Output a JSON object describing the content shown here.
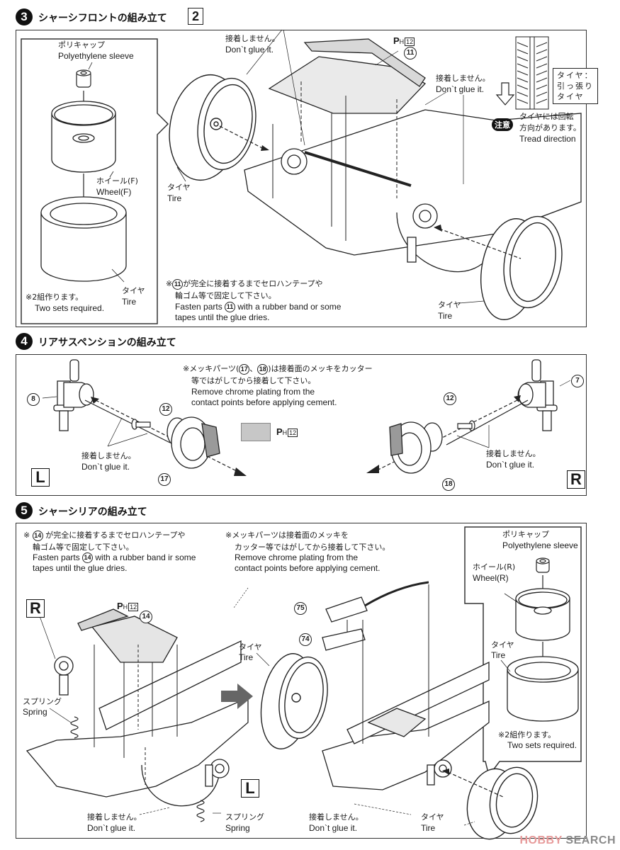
{
  "step3": {
    "number": "3",
    "title": "シャーシフロントの組み立て",
    "page_ref": "2",
    "inset": {
      "polycap_jp": "ポリキャップ",
      "polycap_en": "Polyethylene sleeve",
      "wheel_jp": "ホイール(F)",
      "wheel_en": "Wheel(F)",
      "tire_jp": "タイヤ",
      "tire_en": "Tire",
      "sets_jp": "※2組作ります。",
      "sets_en": "Two sets required."
    },
    "tire_left_jp": "タイヤ",
    "tire_left_en": "Tire",
    "no_glue_1_jp": "接着しません。",
    "no_glue_1_en": "Don`t glue it.",
    "no_glue_2_jp": "接着しません。",
    "no_glue_2_en": "Don`t glue it.",
    "ph_label": {
      "p": "P",
      "h": "H",
      "n": "12"
    },
    "part_11": "11",
    "tread_note": {
      "line1": "タイヤ：",
      "line2": "引っ張り",
      "line3": "タイヤ"
    },
    "caution_badge": "注意",
    "tread_jp_1": "タイヤには回転",
    "tread_jp_2": "方向があります。",
    "tread_en": "Tread direction",
    "fasten_jp_1": "※",
    "fasten_jp_1b": "が完全に接着するまでセロハンテープや",
    "fasten_jp_2": "輪ゴム等で固定して下さい。",
    "fasten_en_1a": "Fasten parts",
    "fasten_en_1b": "with a rubber band or some",
    "fasten_en_2": "tapes until the glue dries.",
    "tire_right_jp": "タイヤ",
    "tire_right_en": "Tire"
  },
  "step4": {
    "number": "4",
    "title": "リアサスペンションの組み立て",
    "note_jp_1a": "※メッキパーツ(",
    "note_jp_1b": "、",
    "note_jp_1c": ")は接着面のメッキをカッター",
    "note_jp_2": "等ではがしてから接着して下さい。",
    "note_en_1": "Remove chrome plating from the",
    "note_en_2": "contact points before applying cement.",
    "ph_label": {
      "p": "P",
      "h": "H",
      "n": "12"
    },
    "parts": {
      "p8": "8",
      "p7": "7",
      "p12": "12",
      "p17": "17",
      "p18": "18"
    },
    "no_glue_left_jp": "接着しません。",
    "no_glue_left_en": "Don`t glue it.",
    "no_glue_right_jp": "接着しません。",
    "no_glue_right_en": "Don`t glue it.",
    "side_left": "L",
    "side_right": "R"
  },
  "step5": {
    "number": "5",
    "title": "シャーシリアの組み立て",
    "fasten_jp_1a": "※",
    "fasten_jp_1b": "が完全に接着するまでセロハンテープや",
    "fasten_jp_2": "輪ゴム等で固定して下さい。",
    "fasten_en_1a": "Fasten parts",
    "fasten_en_1b": "with a rubber band ir some",
    "fasten_en_2": "tapes until the glue dries.",
    "chrome_jp_1": "※メッキパーツは接着面のメッキを",
    "chrome_jp_2": "カッター等ではがしてから接着して下さい。",
    "chrome_en_1": "Remove chrome plating from the",
    "chrome_en_2": "contact points before applying cement.",
    "inset": {
      "polycap_jp": "ポリキャップ",
      "polycap_en": "Polyethylene sleeve",
      "wheel_jp": "ホイール(R)",
      "wheel_en": "Wheel(R)",
      "tire_jp": "タイヤ",
      "tire_en": "Tire",
      "sets_jp": "※2組作ります。",
      "sets_en": "Two sets required."
    },
    "side_R": "R",
    "side_L": "L",
    "ph_label": {
      "p": "P",
      "h": "H",
      "n": "12"
    },
    "parts": {
      "p14": "14",
      "p75": "75",
      "p74": "74"
    },
    "spring_left_jp": "スプリング",
    "spring_left_en": "Spring",
    "spring_right_jp": "スプリング",
    "spring_right_en": "Spring",
    "no_glue_left_jp": "接着しません。",
    "no_glue_left_en": "Don`t glue it.",
    "no_glue_mid_jp": "接着しません。",
    "no_glue_mid_en": "Don`t glue it.",
    "tire_mid_jp": "タイヤ",
    "tire_mid_en": "Tire",
    "tire_bottom_jp": "タイヤ",
    "tire_bottom_en": "Tire"
  },
  "watermark": {
    "a": "HOBBY",
    "b": " SEARCH"
  }
}
